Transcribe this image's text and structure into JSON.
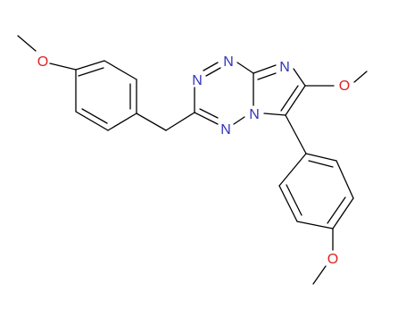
{
  "structure": {
    "colors": {
      "bond": "#000000",
      "nitrogen": "#3333bb",
      "oxygen": "#dd2222"
    },
    "atom_labels": {
      "n_triazine_top_right": "N",
      "n_triazine_top_left": "N",
      "n_imidazole_top": "N",
      "n_bridgehead": "N",
      "n_triazine_bottom": "N",
      "o_methoxy_left": "O",
      "o_methoxy_right": "O",
      "o_methoxy_bottom": "O"
    }
  }
}
